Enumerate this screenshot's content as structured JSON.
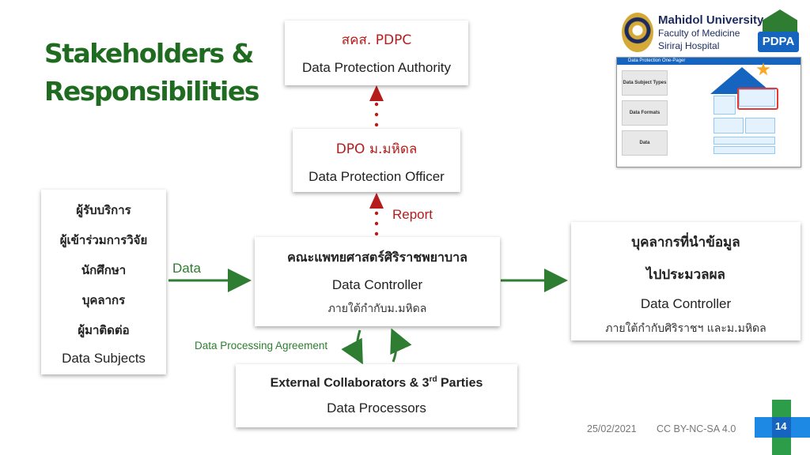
{
  "slide": {
    "title_line1": "Stakeholders &",
    "title_line2": "Responsibilities",
    "date": "25/02/2021",
    "license": "CC BY-NC-SA 4.0",
    "page_number": "14"
  },
  "authority": {
    "thai": "สคส. PDPC",
    "english": "Data Protection Authority"
  },
  "dpo": {
    "thai": "DPO ม.มหิดล",
    "english": "Data Protection Officer"
  },
  "controller": {
    "thai": "คณะแพทยศาสตร์ศิริราชพยาบาล",
    "english": "Data Controller",
    "note": "ภายใต้กำกับม.มหิดล"
  },
  "subjects": {
    "items": [
      "ผู้รับบริการ",
      "ผู้เข้าร่วมการวิจัย",
      "นักศึกษา",
      "บุคลากร",
      "ผู้มาติดต่อ"
    ],
    "english": "Data Subjects"
  },
  "receiver": {
    "thai_line1": "บุคลากรที่นำข้อมูล",
    "thai_line2": "ไปประมวลผล",
    "english": "Data Controller",
    "note": "ภายใต้กำกับศิริราชฯ และม.มหิดล"
  },
  "processors": {
    "title_main": "External Collaborators & 3",
    "title_sup": "rd",
    "title_end": " Parties",
    "english": "Data Processors"
  },
  "labels": {
    "data": "Data",
    "report": "Report",
    "dpa": "Data Processing Agreement"
  },
  "logo": {
    "university": "Mahidol University",
    "faculty": "Faculty of Medicine",
    "hospital": "Siriraj Hospital",
    "pdpa": "PDPA"
  },
  "thumbnail": {
    "header": "Data Protection One-Pager",
    "rows": [
      "Data Subject Types",
      "Data Formats",
      "Data"
    ]
  },
  "colors": {
    "green": "#1f6b1f",
    "arrow_green": "#2e7d32",
    "red": "#b71c1c",
    "brand_navy": "#1c2b5c"
  }
}
